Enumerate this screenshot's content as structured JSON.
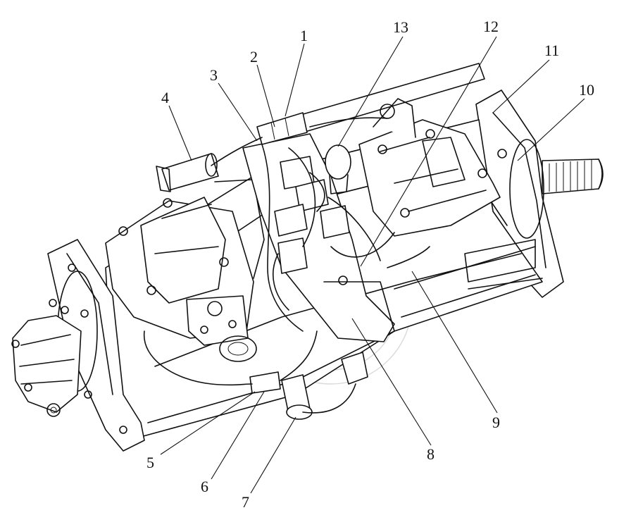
{
  "diagram": {
    "callouts": [
      {
        "id": "1",
        "text": "1"
      },
      {
        "id": "2",
        "text": "2"
      },
      {
        "id": "3",
        "text": "3"
      },
      {
        "id": "4",
        "text": "4"
      },
      {
        "id": "5",
        "text": "5"
      },
      {
        "id": "6",
        "text": "6"
      },
      {
        "id": "7",
        "text": "7"
      },
      {
        "id": "8",
        "text": "8"
      },
      {
        "id": "9",
        "text": "9"
      },
      {
        "id": "10",
        "text": "10"
      },
      {
        "id": "11",
        "text": "11"
      },
      {
        "id": "12",
        "text": "12"
      },
      {
        "id": "13",
        "text": "13"
      }
    ],
    "colors": {
      "line": "#111111",
      "background": "#ffffff",
      "watermark": "#d9d9d9"
    }
  }
}
